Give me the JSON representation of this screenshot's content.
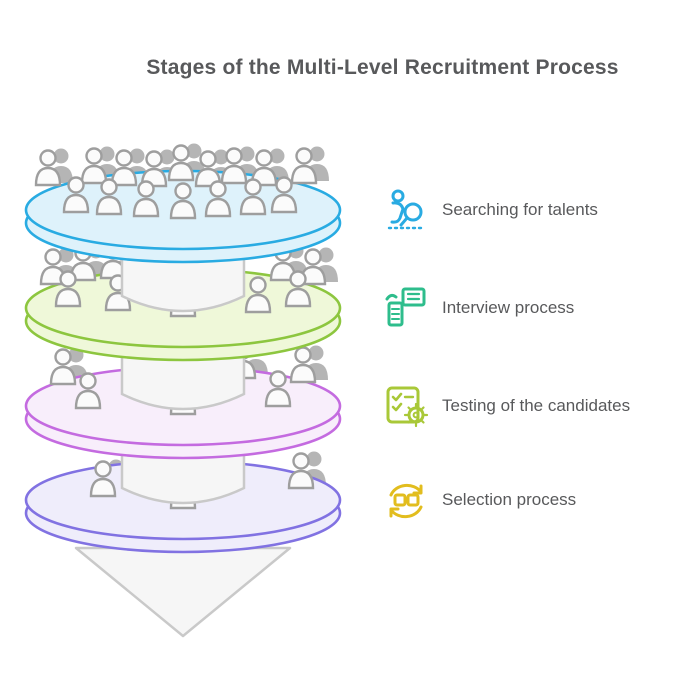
{
  "title": "Stages of the Multi-Level Recruitment Process",
  "legend": [
    {
      "label": "Searching for talents",
      "icon": "person-search-icon",
      "color": "#29abe2"
    },
    {
      "label": "Interview process",
      "icon": "checklist-hand-icon",
      "color": "#2ebd8c"
    },
    {
      "label": "Testing of the candidates",
      "icon": "clipboard-gear-icon",
      "color": "#a9c838"
    },
    {
      "label": "Selection process",
      "icon": "cycle-arrows-icon",
      "color": "#e2bd1e"
    }
  ],
  "funnel": {
    "description": "Four stacked discs of people narrowing toward a downward arrow",
    "arrow_fill": "#f6f6f6",
    "arrow_stroke": "#c9c9c9",
    "people_fill": "#fbfbfb",
    "people_stroke": "#9e9e9e",
    "shadow_color": "#b5b5b5",
    "layers": [
      {
        "name": "layer-1",
        "stroke": "#29abe2",
        "fill": "#def2fb",
        "people": 16
      },
      {
        "name": "layer-2",
        "stroke": "#8dc63f",
        "fill": "#eff8d9",
        "people": 10
      },
      {
        "name": "layer-3",
        "stroke": "#c46be0",
        "fill": "#f8eefb",
        "people": 6
      },
      {
        "name": "layer-4",
        "stroke": "#8172e2",
        "fill": "#efedfb",
        "people": 3
      }
    ]
  }
}
